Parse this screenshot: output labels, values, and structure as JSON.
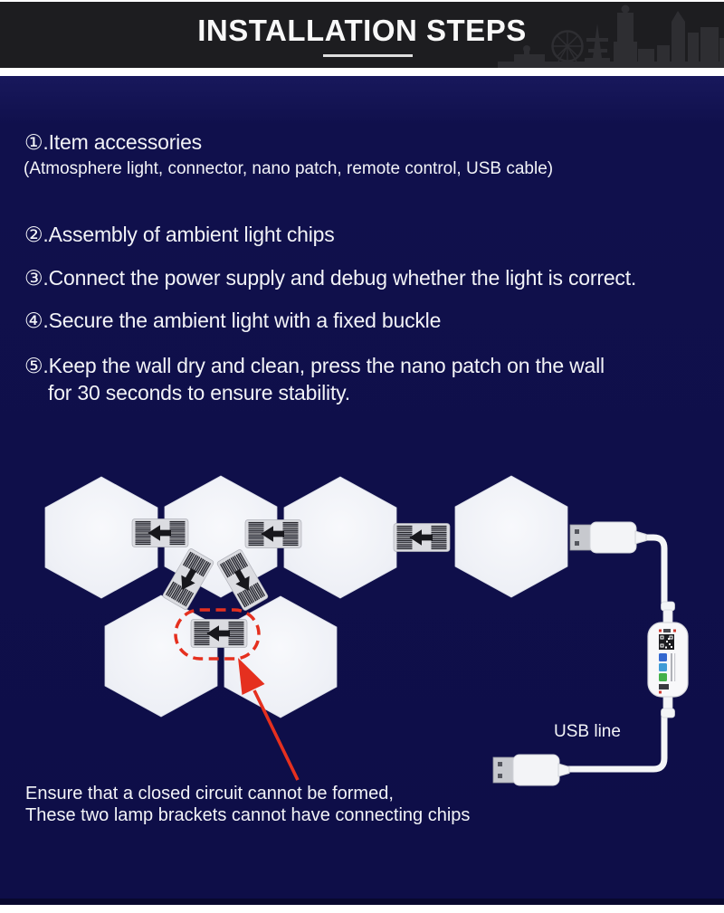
{
  "header": {
    "title": "INSTALLATION STEPS"
  },
  "steps": [
    {
      "label": "①.Item accessories",
      "sub": "(Atmosphere light, connector, nano patch, remote control, USB cable)"
    },
    {
      "label": "②.Assembly of ambient light chips"
    },
    {
      "label": "③.Connect the power supply and debug whether the light is correct."
    },
    {
      "label": "④.Secure the ambient light with a fixed buckle"
    },
    {
      "label": "⑤.Keep the wall dry and clean, press the nano patch on the wall",
      "label2": "for 30 seconds to ensure stability."
    }
  ],
  "diagram": {
    "usb_label": "USB line",
    "note_line1": "Ensure that a closed circuit cannot be formed,",
    "note_line2": "These two lamp brackets cannot have connecting chips",
    "hexagon_panels": 6,
    "connector_chips": 6
  },
  "colors": {
    "body_background": "#10104c",
    "header_background": "#1d1d20",
    "accent_red": "#e5301f",
    "hexagon_fill": "#eef0f6",
    "text": "#f2f3f7",
    "chip_body": "#dbdce1",
    "cable_white": "#f4f5f7",
    "icon_blue_1": "#3468cf",
    "icon_blue_2": "#3f9bd6",
    "icon_green": "#43b04a"
  }
}
